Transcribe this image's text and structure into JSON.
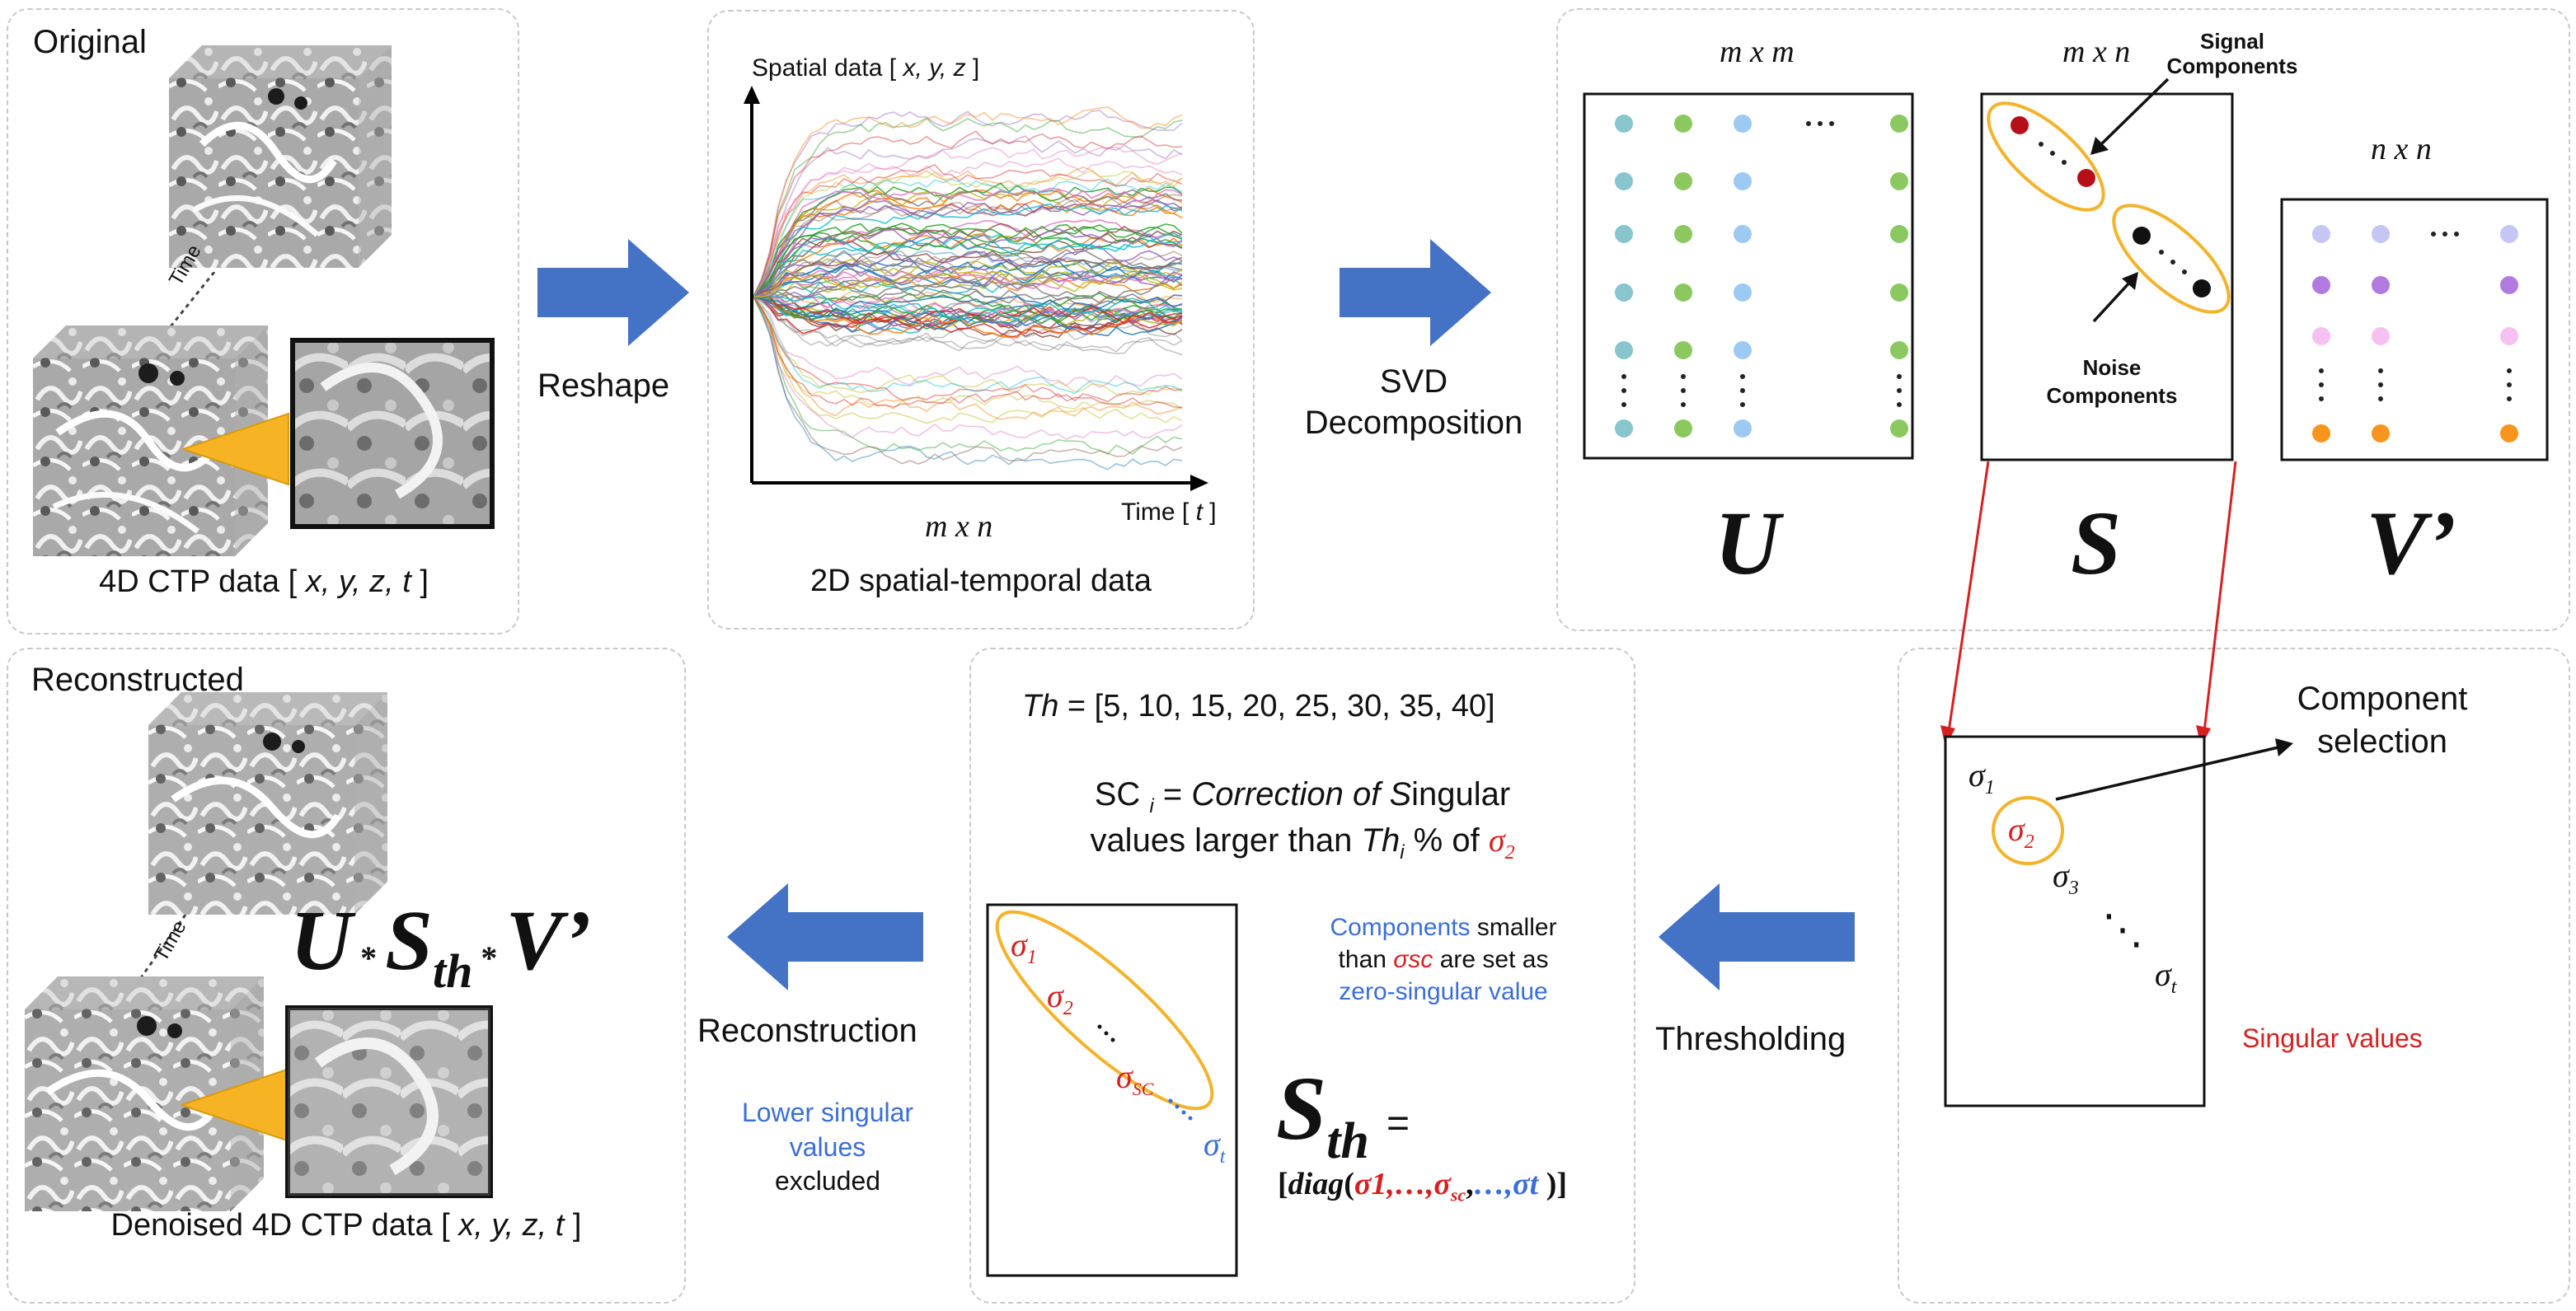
{
  "panels": {
    "original": {
      "title": "Original",
      "time_label": "Time",
      "caption_prefix": "4D CTP data [ ",
      "caption_vars": "x, y, z, t",
      "caption_suffix": " ]"
    },
    "reshape": {
      "label": "Reshape"
    },
    "plot": {
      "y_axis_prefix": "Spatial data [ ",
      "y_axis_vars": "x, y, z",
      "y_axis_suffix": " ]",
      "x_axis_prefix": "Time [ ",
      "x_axis_var": "t",
      "x_axis_suffix": " ]",
      "dims": "m x n",
      "caption": "2D spatial-temporal data"
    },
    "svd": {
      "label_line1": "SVD",
      "label_line2": "Decomposition"
    },
    "matrices": {
      "u_dims": "m x m",
      "s_dims": "m x n",
      "v_dims": "n x n",
      "u_symbol": "U",
      "s_symbol": "S",
      "v_symbol": "V’",
      "signal_line1": "Signal",
      "signal_line2": "Components",
      "noise_line1": "Noise",
      "noise_line2": "Components",
      "dots": "···",
      "vdots": "⋮"
    },
    "selection": {
      "label_line1": "Component",
      "label_line2": "selection",
      "sigma": "σ",
      "sub1": "1",
      "sub2": "2",
      "sub3": "3",
      "subt": "t",
      "singular_values": "Singular values",
      "ddots": "⋱"
    },
    "thresholding": {
      "label": "Thresholding"
    },
    "threshold": {
      "th_var": "Th",
      "th_values": " = [5, 10, 15, 20, 25, 30, 35, 40]",
      "sc_prefix": "SC ",
      "sc_i": "i",
      "sc_eq": " = ",
      "sc_italic1": "Correction of S",
      "sc_rest1": "ingular",
      "sc_line2a": "values larger than ",
      "sc_th": "Th",
      "sc_i2": "i",
      "sc_line2b": " % of ",
      "sc_sigma2": "σ",
      "sc_sub2": "2",
      "note_components": "Components",
      "note_smaller": " smaller",
      "note_than": "than ",
      "note_sigma_sc": "σsc",
      "note_set_as": " are set as",
      "note_zero": "zero-singular value",
      "sig1": "σ",
      "sig1_sub": "1",
      "sig2": "σ",
      "sig2_sub": "2",
      "sigsc": "σ",
      "sigsc_sub": "SC",
      "sigt": "σ",
      "sigt_sub": "t",
      "sth_S": "S",
      "sth_sub": "th",
      "sth_eq": " =",
      "diag_open": "[",
      "diag_fn": "diag",
      "diag_paren": "(",
      "diag_s1": "σ1,…,σ",
      "diag_sc": "sc",
      "diag_comma": ",",
      "diag_dots_t": "…,σt",
      "diag_close": " )]"
    },
    "reconstruction": {
      "label": "Reconstruction",
      "lower_line1": "Lower singular",
      "lower_line2": "values",
      "lower_line3": "excluded"
    },
    "reconstructed": {
      "title": "Reconstructed",
      "time_label": "Time",
      "formula_u": "U",
      "formula_star": " * ",
      "formula_s": "S",
      "formula_th": "th",
      "formula_v": "V’",
      "caption_prefix": "Denoised 4D CTP data [ ",
      "caption_vars": "x, y, z, t",
      "caption_suffix": " ]"
    }
  },
  "colors": {
    "arrow_blue": "#4472c4",
    "orange": "#f3b32b",
    "red": "#d62020",
    "blue_text": "#3a6fd8",
    "dot_teal": "#88c5cc",
    "dot_green": "#8cc860",
    "dot_lightblue": "#9ccaf2",
    "dot_lavender": "#c6c6f4",
    "dot_purple": "#b07ae0",
    "dot_pink": "#f6c0f0",
    "dot_orange": "#f7951e",
    "dot_darkred": "#b5101a"
  }
}
